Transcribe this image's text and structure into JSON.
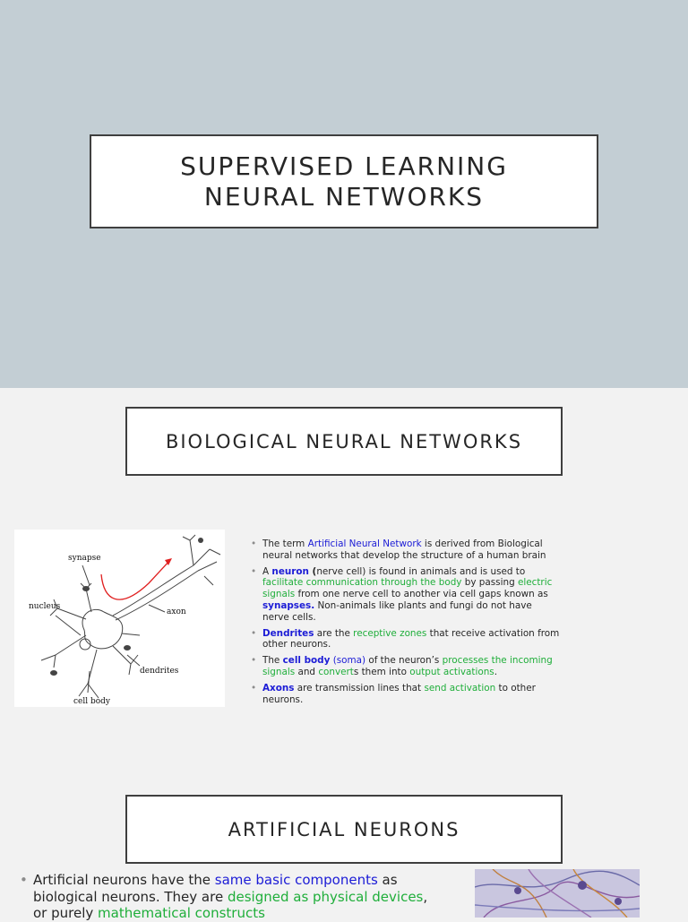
{
  "slide1": {
    "title_line1": "SUPERVISED LEARNING",
    "title_line2": "NEURAL NETWORKS"
  },
  "slide2": {
    "title": "BIOLOGICAL NEURAL NETWORKS",
    "diagram_labels": {
      "synapse": "synapse",
      "nucleus": "nucleus",
      "axon": "axon",
      "dendrites": "dendrites",
      "cell_body": "cell body"
    },
    "bullets": {
      "b1": {
        "t1": "The term ",
        "t2": "Artificial Neural Network",
        "t3": " is derived from Biological neural networks that develop the structure of a human brain"
      },
      "b2": {
        "t1": "A ",
        "t2": "neuron",
        "t3": " (",
        "t4": "nerve cell) is found in animals and is used to ",
        "t5": "facilitate communication through the body",
        "t6": " by passing ",
        "t7": "electric signals",
        "t8": " from one nerve cell to another via cell gaps known as ",
        "t9": "synapses.",
        "t10": " Non-animals like plants and fungi do not have nerve cells."
      },
      "b3": {
        "t1": "Dendrites",
        "t2": " are the ",
        "t3": "receptive zones",
        "t4": " that receive activation from other neurons."
      },
      "b4": {
        "t1": "The ",
        "t2": "cell body",
        "t3": " (soma)",
        "t4": " of the neuron’s ",
        "t5": "processes the incoming signals",
        "t6": " and ",
        "t7": "convert",
        "t8": "s them into ",
        "t9": "output activations",
        "t10": "."
      },
      "b5": {
        "t1": "Axons",
        "t2": " are transmission lines that ",
        "t3": "send activation",
        "t4": " to other neurons."
      }
    }
  },
  "slide3": {
    "title": "ARTIFICIAL NEURONS",
    "bullet": {
      "t1": "Artificial neurons have the ",
      "t2": "same basic components",
      "t3": " as biological neurons. They are ",
      "t4": "designed as physical devices",
      "t5": ", or purely ",
      "t6": "mathematical constructs"
    }
  },
  "colors": {
    "slide1_bg": "#c3ced4",
    "slide_bg": "#f2f2f2",
    "highlight_blue": "#1c1cd6",
    "highlight_green": "#1fae3a",
    "arrow_red": "#e02020"
  }
}
